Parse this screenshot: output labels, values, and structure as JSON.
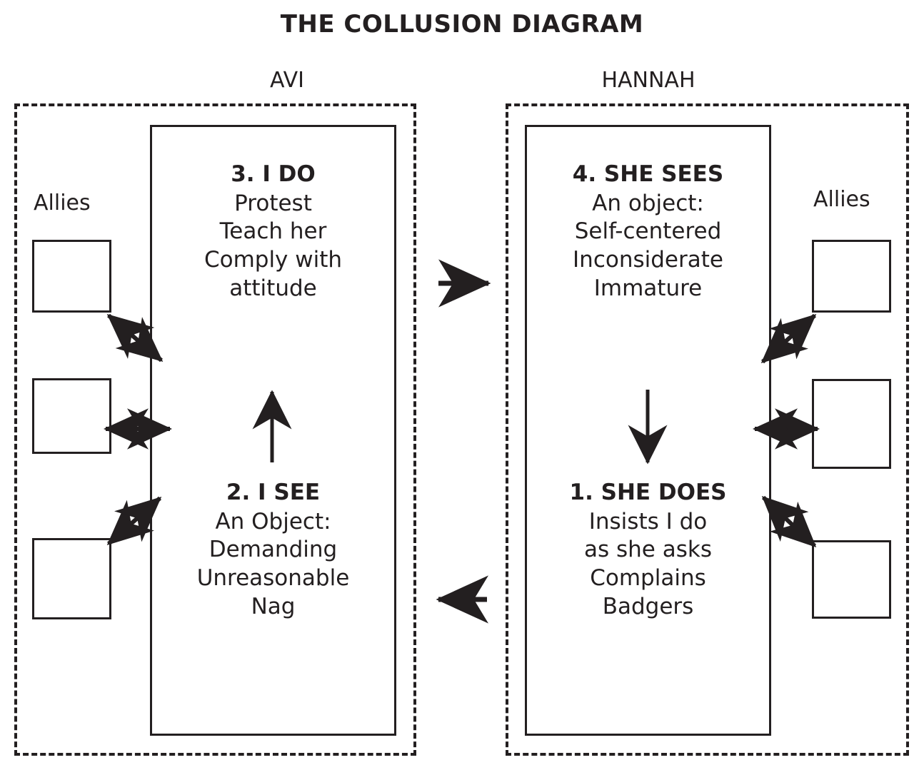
{
  "title": "THE COLLUSION DIAGRAM",
  "people": {
    "left": "AVI",
    "right": "HANNAH"
  },
  "allies": {
    "left_label": "Allies",
    "right_label": "Allies",
    "left_count": 3,
    "right_count": 3
  },
  "quadrants": {
    "i_do": {
      "heading": "3. I DO",
      "lines": [
        "Protest",
        "Teach her",
        "Comply with",
        "attitude"
      ]
    },
    "i_see": {
      "heading": "2. I SEE",
      "lines": [
        "An Object:",
        "Demanding",
        "Unreasonable",
        "Nag"
      ]
    },
    "she_sees": {
      "heading": "4. SHE SEES",
      "lines": [
        "An object:",
        "Self-centered",
        "Inconsiderate",
        "Immature"
      ]
    },
    "she_does": {
      "heading": "1. SHE DOES",
      "lines": [
        "Insists I do",
        "as she asks",
        "Complains",
        "Badgers"
      ]
    }
  },
  "arrows": {
    "top_between_panels": "arrow-right",
    "bottom_between_panels": "arrow-left",
    "left_internal": "arrow-up",
    "right_internal": "arrow-down",
    "ally_connectors": "double-headed-arrow"
  },
  "colors": {
    "ink": "#231f20",
    "background": "#ffffff"
  }
}
